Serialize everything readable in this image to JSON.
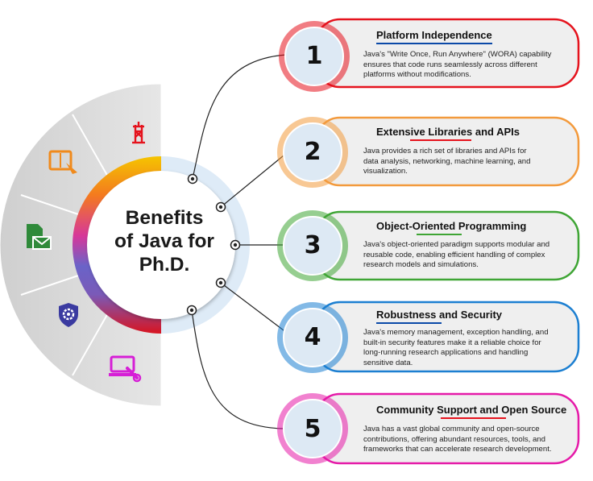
{
  "title_lines": [
    "Benefits",
    "of Java for",
    "Ph.D."
  ],
  "benefits": [
    {
      "number": "1",
      "title": "Platform Independence",
      "desc_lines": [
        "Java's \"Write Once, Run Anywhere\" (WORA) capability",
        "ensures that code runs seamlessly across different",
        "platforms without modifications."
      ],
      "color": "#e5131d"
    },
    {
      "number": "2",
      "title": "Extensive Libraries and APIs",
      "desc_lines": [
        "Java provides a rich set of libraries and APIs for",
        "data analysis, networking, machine learning, and",
        "visualization."
      ],
      "color": "#f39a3c"
    },
    {
      "number": "3",
      "title": "Object-Oriented Programming",
      "desc_lines": [
        "Java's object-oriented paradigm supports modular and",
        "reusable code, enabling efficient handling of complex",
        "research models and simulations."
      ],
      "color": "#3fa535"
    },
    {
      "number": "4",
      "title": "Robustness and Security",
      "desc_lines": [
        "Java's memory management, exception handling, and",
        "built-in security features make it a reliable choice for",
        "long-running research applications and handling",
        "sensitive data."
      ],
      "color": "#1c7fd1"
    },
    {
      "number": "5",
      "title": "Community Support and Open Source",
      "desc_lines": [
        "Java has a vast global community and open-source",
        "contributions, offering abundant resources, tools, and",
        "frameworks that can accelerate research development."
      ],
      "color": "#e51aa8"
    }
  ],
  "icons": [
    {
      "name": "oil-derrick-icon",
      "color": "#e5131d"
    },
    {
      "name": "book-icon",
      "color": "#f08a1c"
    },
    {
      "name": "document-mail-icon",
      "color": "#2f8a3a"
    },
    {
      "name": "shield-gear-icon",
      "color": "#3a3aa0"
    },
    {
      "name": "laptop-wrench-icon",
      "color": "#d61fd6"
    }
  ]
}
